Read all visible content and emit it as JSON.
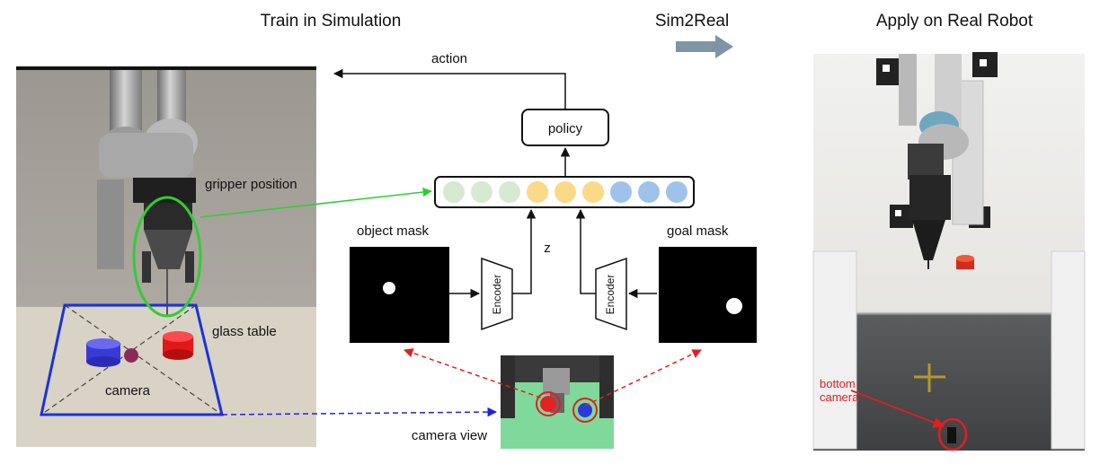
{
  "headings": {
    "train": "Train in Simulation",
    "transfer": "Sim2Real",
    "apply": "Apply on Real Robot"
  },
  "labels": {
    "action": "action",
    "policy": "policy",
    "gripper_position": "gripper position",
    "object_mask": "object mask",
    "goal_mask": "goal mask",
    "z": "z",
    "encoder_left": "Encoder",
    "encoder_right": "Encoder",
    "glass_table": "glass table",
    "camera": "camera",
    "camera_view": "camera view",
    "bottom_camera_line1": "bottom",
    "bottom_camera_line2": "camera"
  },
  "colors": {
    "latent_green": "#d5ead0",
    "latent_yellow": "#fcd889",
    "latent_blue": "#9dc3ea",
    "gripper_arrow": "#33cc33",
    "mask_arrow": "#e02020",
    "camera_arrow": "#2222dd",
    "sim2real_arrow": "#7d95a6",
    "table_outline": "#1a33dd",
    "camera_view_bg": "#7fd99a"
  },
  "latent_vector": [
    "green",
    "green",
    "green",
    "yellow",
    "yellow",
    "yellow",
    "blue",
    "blue",
    "blue"
  ]
}
